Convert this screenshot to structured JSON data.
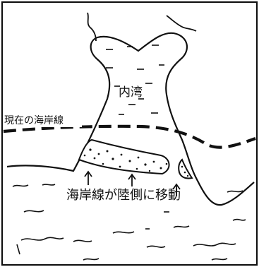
{
  "labels": {
    "bay": "内湾",
    "current_coastline": "現在の海岸線",
    "migration": "海岸線が陸側に移動"
  },
  "colors": {
    "ink": "#111111",
    "background": "#ffffff"
  }
}
